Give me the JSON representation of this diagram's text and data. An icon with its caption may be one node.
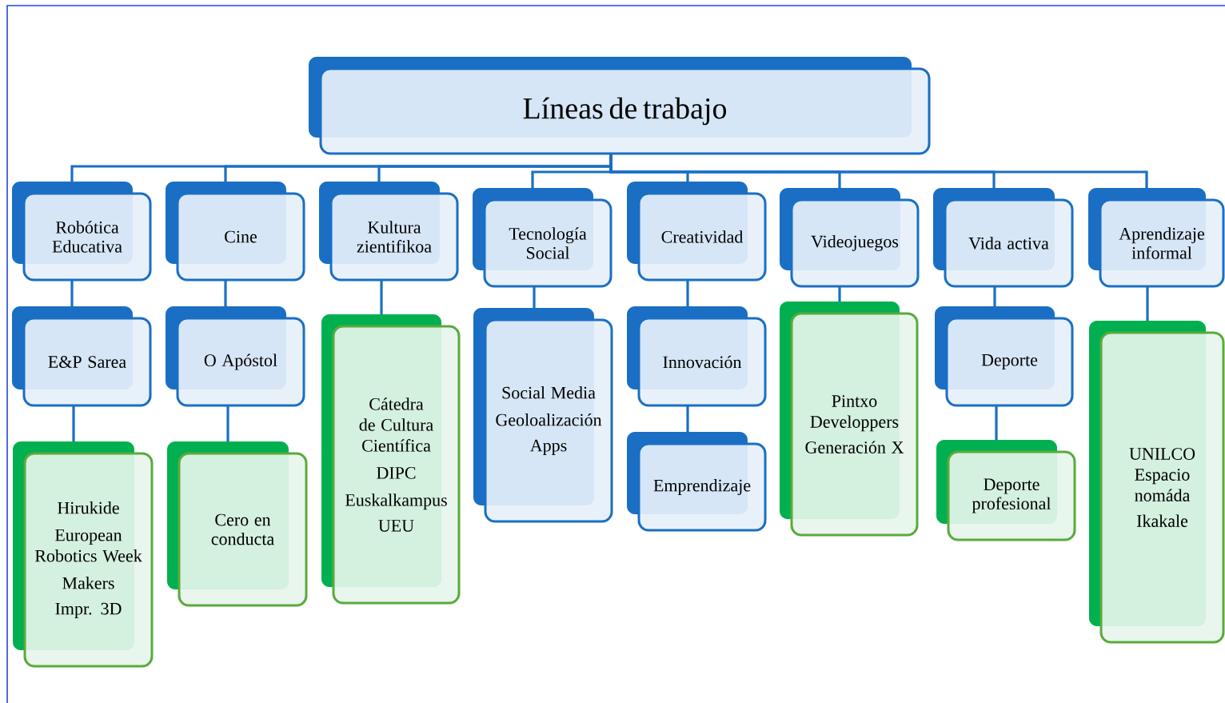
{
  "diagram": {
    "nodes": [
      {
        "text": [
          "Líneas de trabajo"
        ]
      },
      {
        "text": [
          "Robótica Educativa"
        ]
      },
      {
        "text": [
          "Cine"
        ]
      },
      {
        "text": [
          "Kultura zientifikoa"
        ]
      },
      {
        "text": [
          "Tecnología Social"
        ]
      },
      {
        "text": [
          "Creatividad"
        ]
      },
      {
        "text": [
          "Videojuegos"
        ]
      },
      {
        "text": [
          "Vida activa"
        ]
      },
      {
        "text": [
          "Aprendizaje informal"
        ]
      },
      {
        "text": [
          "E&P Sarea"
        ]
      },
      {
        "text": [
          "O Apóstol"
        ]
      },
      {
        "text": [
          "Cátedra de Cultura Científica",
          "DIPC",
          "Euskalkampus",
          "UEU"
        ]
      },
      {
        "text": [
          "Social Media",
          "Geoloalización",
          "Apps"
        ]
      },
      {
        "text": [
          "Innovación"
        ]
      },
      {
        "text": [
          "Pintxo Developpers",
          "Generación X"
        ]
      },
      {
        "text": [
          "Deporte"
        ]
      },
      {
        "text": [
          "UNILCO Espacio nomáda",
          "Ikakale"
        ]
      },
      {
        "text": [
          "Hirukide",
          "European Robotics Week",
          "Makers",
          "Impr. 3D"
        ]
      },
      {
        "text": [
          "Cero en conducta"
        ]
      },
      {
        "text": [
          "Emprendizaje"
        ]
      },
      {
        "text": [
          "Deporte profesional"
        ]
      }
    ],
    "edges": [
      {
        "from": 0,
        "to": 1,
        "arrow": "none"
      },
      {
        "from": 0,
        "to": 2,
        "arrow": "none"
      },
      {
        "from": 0,
        "to": 3,
        "arrow": "none"
      },
      {
        "from": 0,
        "to": 4,
        "arrow": "none"
      },
      {
        "from": 0,
        "to": 5,
        "arrow": "none"
      },
      {
        "from": 0,
        "to": 6,
        "arrow": "none"
      },
      {
        "from": 0,
        "to": 7,
        "arrow": "none"
      },
      {
        "from": 0,
        "to": 8,
        "arrow": "none"
      },
      {
        "from": 1,
        "to": 9,
        "arrow": "none"
      },
      {
        "from": 9,
        "to": 17,
        "arrow": "none"
      },
      {
        "from": 2,
        "to": 10,
        "arrow": "none"
      },
      {
        "from": 10,
        "to": 18,
        "arrow": "none"
      },
      {
        "from": 3,
        "to": 11,
        "arrow": "none"
      },
      {
        "from": 4,
        "to": 12,
        "arrow": "none"
      },
      {
        "from": 5,
        "to": 13,
        "arrow": "none"
      },
      {
        "from": 13,
        "to": 19,
        "arrow": "none"
      },
      {
        "from": 6,
        "to": 14,
        "arrow": "none"
      },
      {
        "from": 7,
        "to": 15,
        "arrow": "none"
      },
      {
        "from": 15,
        "to": 20,
        "arrow": "none"
      },
      {
        "from": 8,
        "to": 16,
        "arrow": "none"
      }
    ]
  }
}
